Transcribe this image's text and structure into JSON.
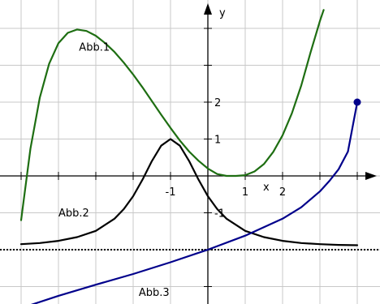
{
  "chart_data": {
    "type": "line",
    "xlabel": "x",
    "ylabel": "y",
    "xlim": [
      -5.25,
      4.5
    ],
    "ylim": [
      -3.5,
      4.55
    ],
    "grid": true,
    "x_tick_labels": [
      {
        "value": -1,
        "text": "-1"
      },
      {
        "value": 1,
        "text": "1"
      },
      {
        "value": 2,
        "text": "2"
      }
    ],
    "y_tick_labels": [
      {
        "value": 2,
        "text": "2"
      },
      {
        "value": 1,
        "text": "1"
      },
      {
        "value": -1,
        "text": "-1"
      }
    ],
    "asymptote": {
      "y": -2,
      "style": "dotted",
      "color": "#000000"
    },
    "series": [
      {
        "name": "Abb.1",
        "color": "#1e6e12",
        "x": [
          -5.0,
          -4.75,
          -4.5,
          -4.25,
          -4.0,
          -3.75,
          -3.5,
          -3.25,
          -3.0,
          -2.75,
          -2.5,
          -2.25,
          -2.0,
          -1.75,
          -1.5,
          -1.25,
          -1.0,
          -0.75,
          -0.5,
          -0.25,
          0.0,
          0.25,
          0.5,
          0.75,
          1.0,
          1.25,
          1.5,
          1.75,
          2.0,
          2.25,
          2.5,
          2.75,
          3.0,
          3.1
        ],
        "y": [
          -1.2,
          0.74,
          2.12,
          3.04,
          3.6,
          3.88,
          3.97,
          3.93,
          3.8,
          3.6,
          3.36,
          3.07,
          2.75,
          2.4,
          2.03,
          1.66,
          1.3,
          0.96,
          0.66,
          0.41,
          0.2,
          0.05,
          0.0,
          0.0,
          0.02,
          0.12,
          0.32,
          0.65,
          1.1,
          1.7,
          2.45,
          3.35,
          4.2,
          4.5
        ]
      },
      {
        "name": "Abb.2",
        "color": "#000000",
        "x": [
          -5.0,
          -4.5,
          -4.0,
          -3.5,
          -3.0,
          -2.5,
          -2.25,
          -2.0,
          -1.75,
          -1.5,
          -1.25,
          -1.0,
          -0.75,
          -0.5,
          -0.25,
          0.0,
          0.25,
          0.5,
          1.0,
          1.5,
          2.0,
          2.5,
          3.0,
          3.5,
          4.0
        ],
        "y": [
          -1.85,
          -1.82,
          -1.76,
          -1.66,
          -1.49,
          -1.16,
          -0.9,
          -0.55,
          -0.1,
          0.4,
          0.82,
          1.0,
          0.82,
          0.4,
          -0.1,
          -0.55,
          -0.9,
          -1.16,
          -1.49,
          -1.66,
          -1.76,
          -1.82,
          -1.85,
          -1.87,
          -1.88
        ]
      },
      {
        "name": "Abb.3",
        "color": "#00008b",
        "x": [
          -4.75,
          -4.0,
          -3.0,
          -2.0,
          -1.0,
          0.0,
          1.0,
          2.0,
          2.5,
          3.0,
          3.25,
          3.5,
          3.75,
          4.0
        ],
        "y": [
          -3.5,
          -3.25,
          -2.95,
          -2.66,
          -2.34,
          -2.0,
          -1.62,
          -1.16,
          -0.85,
          -0.42,
          -0.14,
          0.18,
          0.66,
          2.0
        ]
      }
    ],
    "series_labels": [
      {
        "series": "Abb.1",
        "text": "Abb.1",
        "at": [
          -3.45,
          3.4
        ]
      },
      {
        "series": "Abb.2",
        "text": "Abb.2",
        "at": [
          -4.0,
          -1.1
        ]
      },
      {
        "series": "Abb.3",
        "text": "Abb.3",
        "at": [
          -1.85,
          -3.25
        ]
      }
    ],
    "endpoint_marker": {
      "series": "Abb.3",
      "point": [
        4.0,
        2.0
      ]
    }
  }
}
